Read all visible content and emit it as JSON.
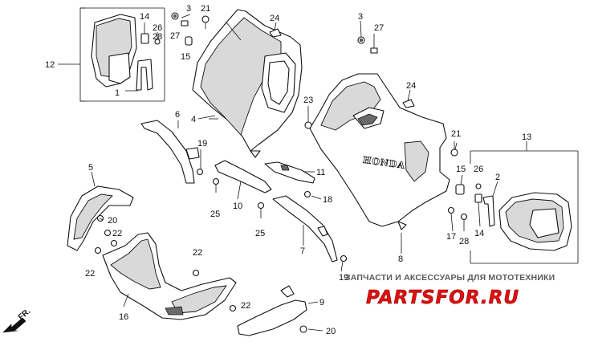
{
  "callouts": {
    "c1": "1",
    "c2": "2",
    "c3a": "3",
    "c3b": "3",
    "c4": "4",
    "c5": "5",
    "c6": "6",
    "c7": "7",
    "c8": "8",
    "c9": "9",
    "c10": "10",
    "c11": "11",
    "c12": "12",
    "c13": "13",
    "c14a": "14",
    "c14b": "14",
    "c15a": "15",
    "c15b": "15",
    "c16": "16",
    "c17": "17",
    "c18": "18",
    "c19a": "19",
    "c19b": "19",
    "c20a": "20",
    "c20b": "20",
    "c21a": "21",
    "c21b": "21",
    "c22a": "22",
    "c22b": "22",
    "c22c": "22",
    "c22d": "22",
    "c23": "23",
    "c24a": "24",
    "c24b": "24",
    "c25a": "25",
    "c25b": "25",
    "c26a": "26",
    "c26b": "26",
    "c27a": "27",
    "c27b": "27",
    "c28a": "28",
    "c28b": "28"
  },
  "brand_mark": "HONDA",
  "direction_label": "FR.",
  "watermark": {
    "tagline": "ЗАПЧАСТИ И АКСЕССУАРЫ ДЛЯ МОТОТЕХНИКИ",
    "logo": "PARTSFOR.RU"
  },
  "colors": {
    "line": "#111111",
    "watermark_text": "#5a5a5a",
    "watermark_logo": "#e01010"
  }
}
